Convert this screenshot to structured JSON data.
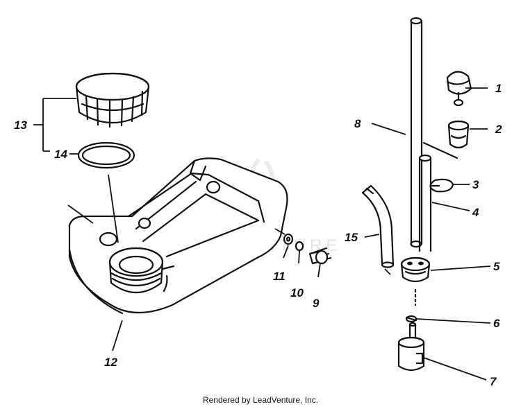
{
  "watermark": "LEADVENTURE",
  "footer": "Rendered by LeadVenture, Inc.",
  "callouts": {
    "c1": "1",
    "c2": "2",
    "c3": "3",
    "c4": "4",
    "c5": "5",
    "c6": "6",
    "c7": "7",
    "c8": "8",
    "c9": "9",
    "c10": "10",
    "c11": "11",
    "c12": "12",
    "c13": "13",
    "c14": "14",
    "c15": "15"
  },
  "colors": {
    "ink": "#111111",
    "background": "#ffffff",
    "watermark": "#e4e4e4"
  }
}
